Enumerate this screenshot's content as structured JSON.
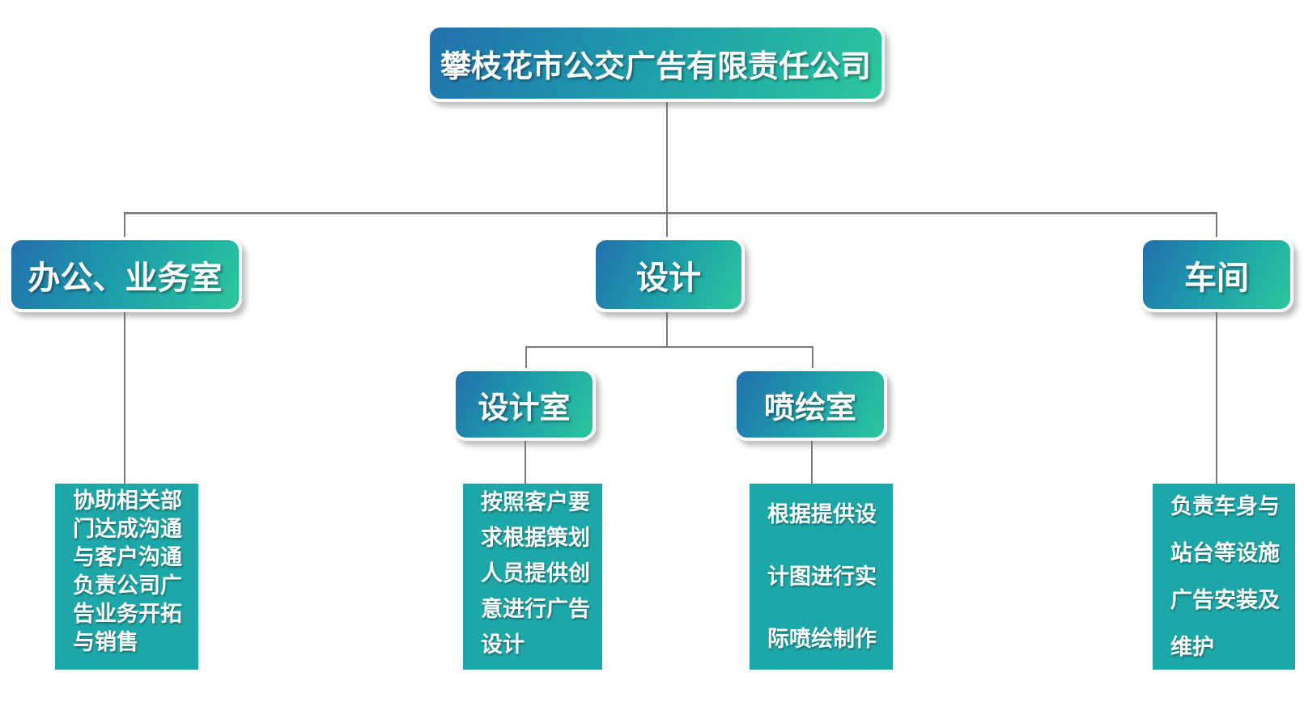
{
  "org_chart": {
    "type": "organization-tree",
    "root": {
      "label": "攀枝花市公交广告有限责任公司"
    },
    "departments": [
      {
        "label": "办公、业务室",
        "description": "协助相关部门达成沟通与客户沟通负责公司广告业务开拓与销售"
      },
      {
        "label": "设计",
        "children": [
          {
            "label": "设计室",
            "description": "按照客户要求根据策划人员提供创意进行广告设计"
          },
          {
            "label": "喷绘室",
            "description": "根据提供设计图进行实际喷绘制作"
          }
        ]
      },
      {
        "label": "车间",
        "description": "负责车身与站台等设施广告安装及维护"
      }
    ],
    "colors": {
      "node_gradient_start": "#2270ad",
      "node_gradient_mid": "#1e9dab",
      "node_gradient_end": "#2bc79c",
      "node_border": "#ffffff",
      "description_box": "#1ea7a8",
      "connector": "#7a7a7a",
      "text": "#ffffff",
      "background": "#ffffff"
    }
  }
}
